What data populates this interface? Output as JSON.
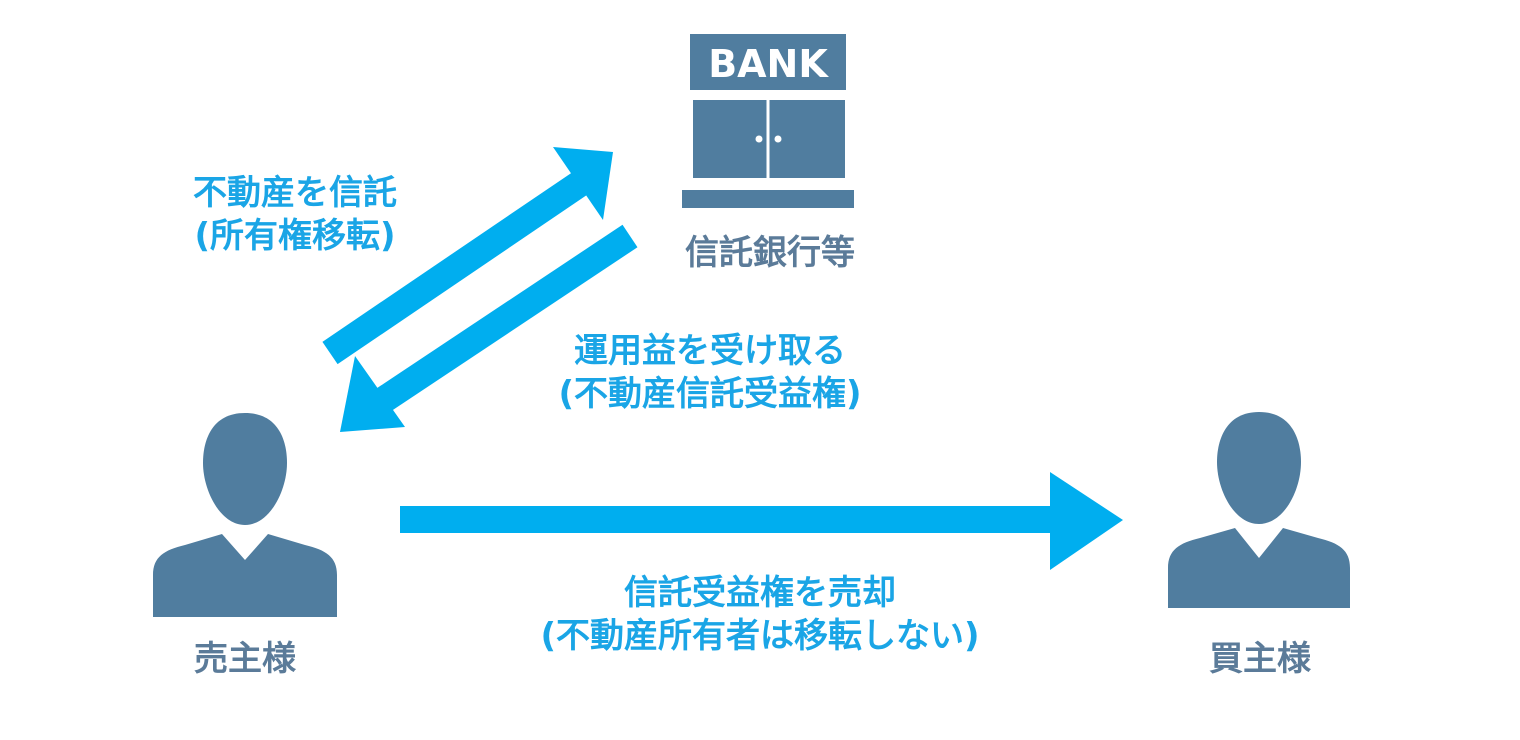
{
  "colors": {
    "accent_blue": "#00aeef",
    "text_blue": "#1aa5e6",
    "slate": "#507d9f",
    "slate_text": "#5b7b99"
  },
  "bank": {
    "sign": "BANK",
    "label": "信託銀行等"
  },
  "seller": {
    "label": "売主様"
  },
  "buyer": {
    "label": "買主様"
  },
  "edges": {
    "entrust": {
      "line1": "不動産を信託",
      "line2": "(所有権移転)"
    },
    "receive": {
      "line1": "運用益を受け取る",
      "line2": "(不動産信託受益権)"
    },
    "sell": {
      "line1": "信託受益権を売却",
      "line2": "(不動産所有者は移転しない)"
    }
  }
}
